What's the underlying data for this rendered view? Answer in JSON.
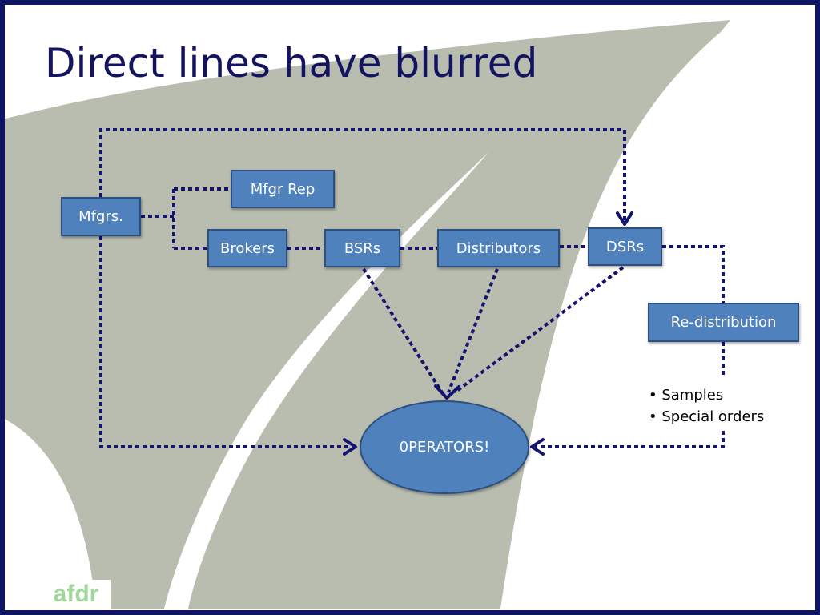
{
  "slide": {
    "title": "Direct lines have blurred"
  },
  "nodes": {
    "mfgrs": "Mfgrs.",
    "mfgr_rep": "Mfgr Rep",
    "brokers": "Brokers",
    "bsrs": "BSRs",
    "distributors": "Distributors",
    "dsrs": "DSRs",
    "redistribution": "Re-distribution",
    "operators": "0PERATORS!"
  },
  "notes": [
    "Samples",
    "Special orders"
  ],
  "logo": {
    "text": "afdr"
  },
  "colors": {
    "frame": "#101466",
    "title": "#13135f",
    "node_fill": "#4f81bd",
    "node_border": "#2b4f80",
    "connector": "#14146e",
    "road": "#b8bdb0",
    "logo": "#9fd89a"
  }
}
